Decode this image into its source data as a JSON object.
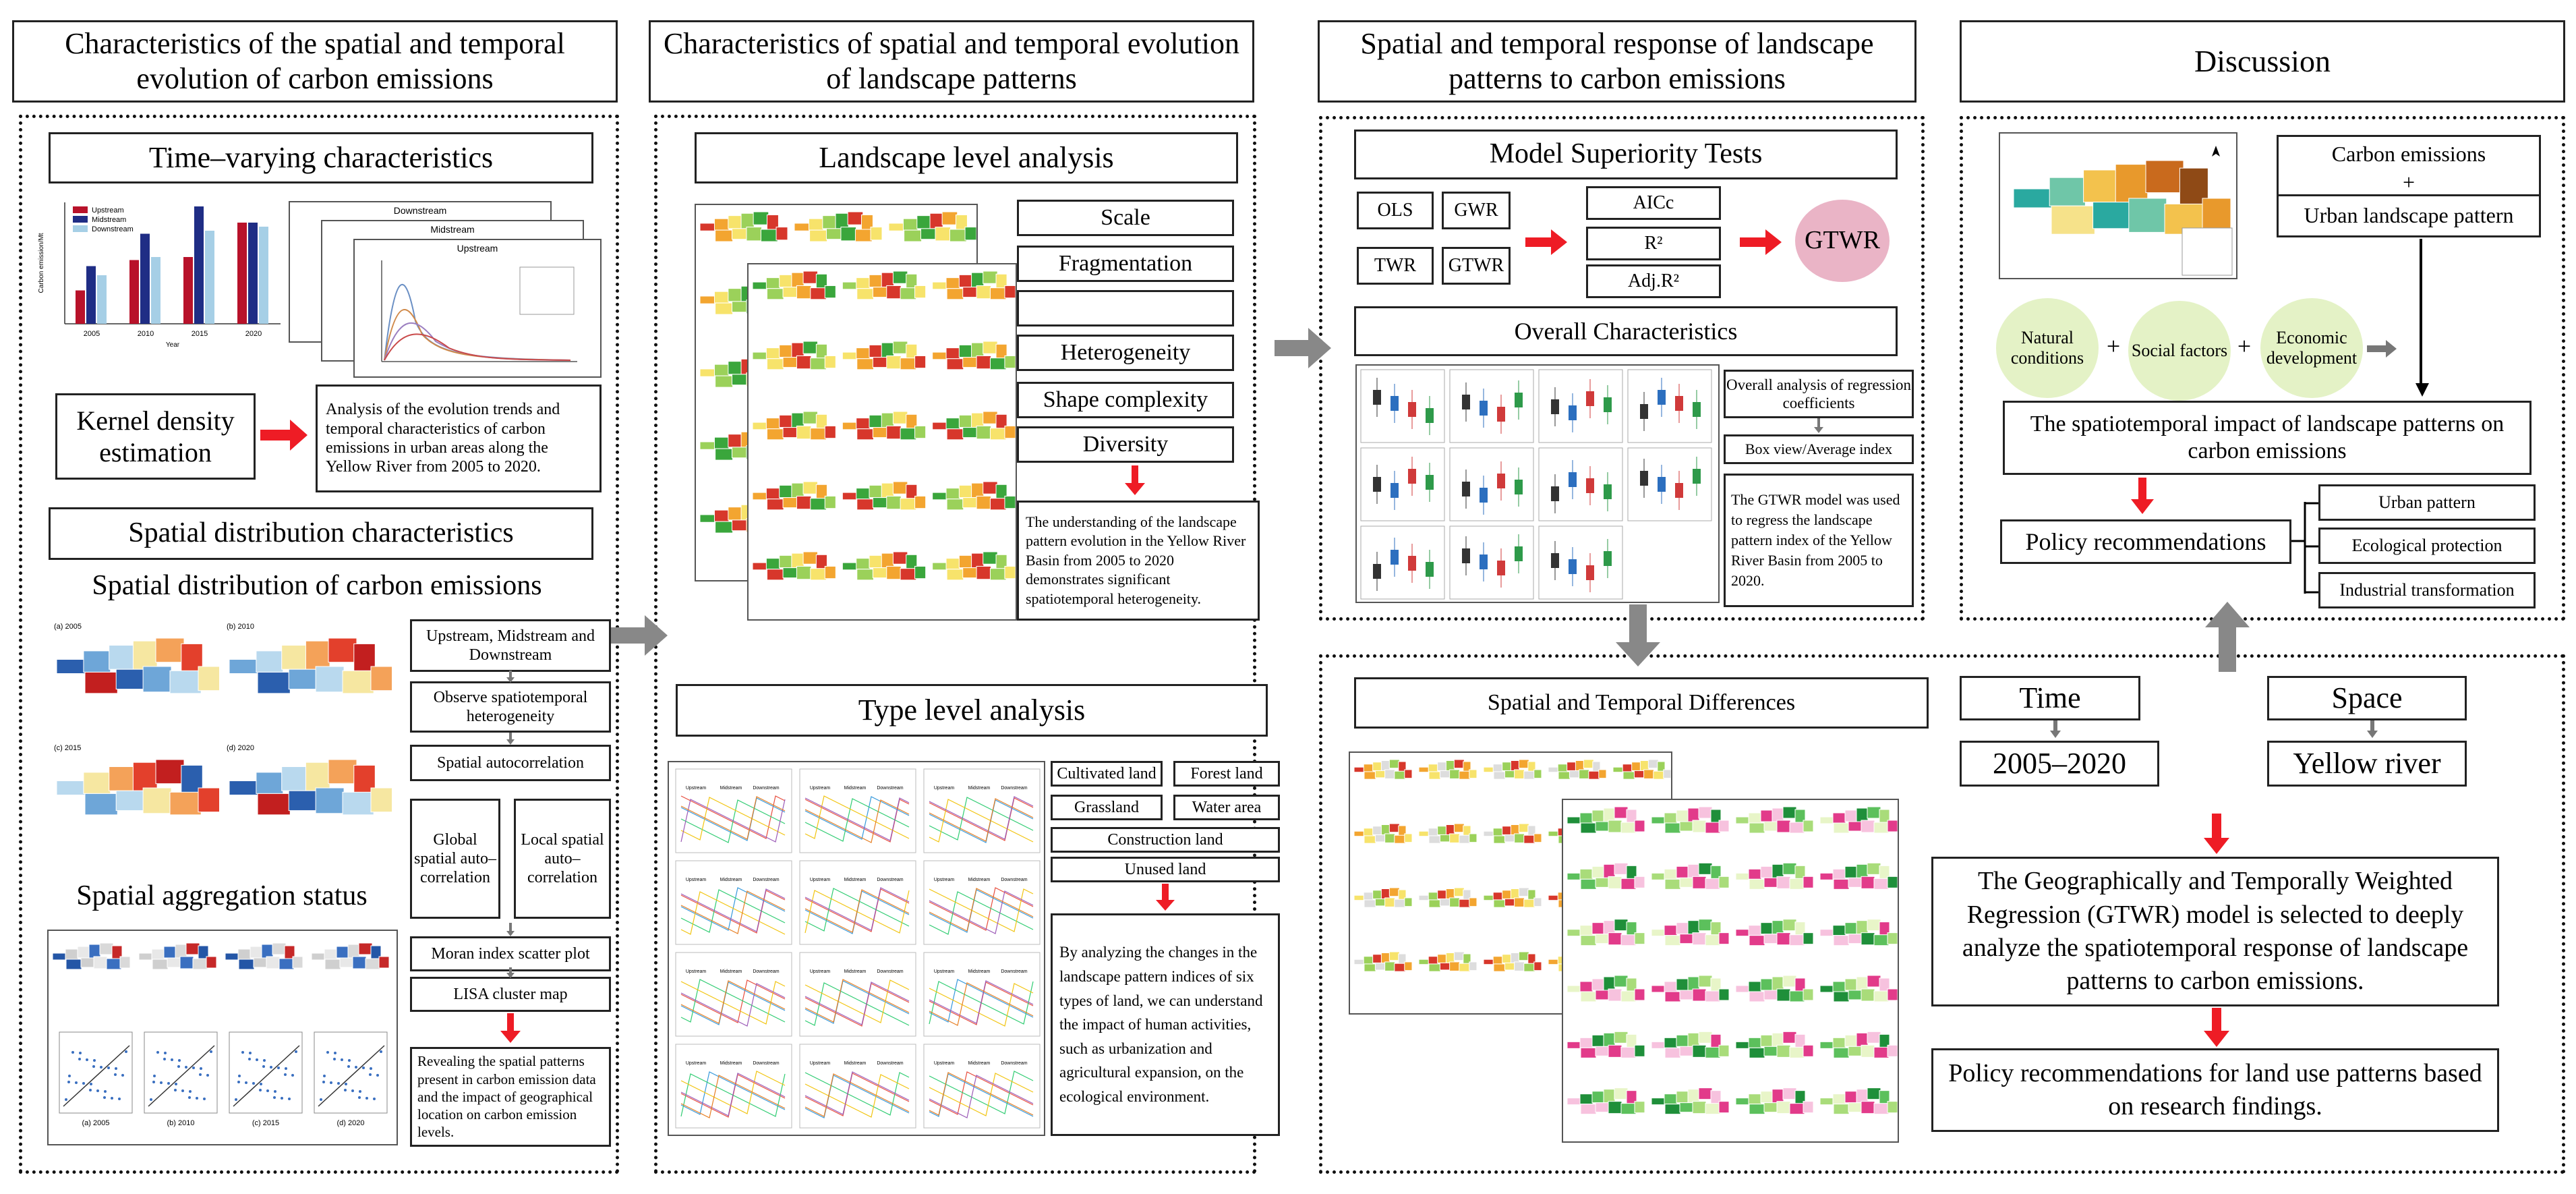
{
  "columns": {
    "c1": "Characteristics of the spatial and temporal evolution of carbon emissions",
    "c2": "Characteristics of spatial and temporal evolution of landscape patterns",
    "c3": "Spatial and temporal response of landscape patterns to carbon emissions",
    "c4": "Discussion"
  },
  "col1": {
    "time_title": "Time–varying characteristics",
    "kernel": "Kernel density estimation",
    "analysis": "Analysis of the evolution trends and temporal characteristics of carbon emissions in urban areas along the Yellow River from 2005 to 2020.",
    "spatial_title": "Spatial distribution characteristics",
    "spatial_sub": "Spatial distribution of carbon emissions",
    "aggregation": "Spatial aggregation status",
    "flow": [
      "Upstream, Midstream and Downstream",
      "Observe spatiotemporal heterogeneity",
      "Spatial autocorrelation"
    ],
    "global": "Global spatial auto– correlation",
    "local": "Local spatial auto– correlation",
    "moran": "Moran index scatter plot",
    "lisa": "LISA cluster map",
    "revealing": "Revealing the spatial patterns present in carbon emission data and the impact of geographical location on carbon emission levels.",
    "downstream_labels": [
      "Downstream",
      "Midstream",
      "Upstream"
    ],
    "chart_years": [
      "2005",
      "2010",
      "2015",
      "2020"
    ],
    "chart_legend": [
      "Upstream",
      "Midstream",
      "Downstream"
    ],
    "map_years": [
      "(a) 2005",
      "(b) 2010",
      "(c) 2015",
      "(d) 2020"
    ],
    "scatter_labels": [
      "(a) 2005",
      "(b) 2010",
      "(c) 2015",
      "(d) 2020"
    ]
  },
  "col2": {
    "landscape_title": "Landscape level analysis",
    "indices": [
      "Scale",
      "Fragmentation",
      "",
      "Heterogeneity",
      "Shape complexity",
      "Diversity"
    ],
    "landscape_text": "The understanding of the landscape pattern evolution in the Yellow River Basin from 2005 to 2020 demonstrates significant spatiotemporal heterogeneity.",
    "type_title": "Type level analysis",
    "land_types": [
      "Cultivated land",
      "Forest land",
      "Grassland",
      "Water area",
      "Construction land",
      "Unused land"
    ],
    "type_text": "By analyzing the changes in the landscape pattern indices of six types of land, we can understand the impact of human activities, such as urbanization and agricultural expansion, on the ecological environment.",
    "panel_labels": [
      "Upstream",
      "Midstream",
      "Downstream"
    ]
  },
  "col3": {
    "model_title": "Model Superiority Tests",
    "models": [
      "OLS",
      "GWR",
      "TWR",
      "GTWR"
    ],
    "criteria": [
      "AICc",
      "R²",
      "Adj.R²"
    ],
    "result": "GTWR",
    "overall_title": "Overall Characteristics",
    "overall_analysis": "Overall analysis of regression coefficients",
    "boxview": "Box view/Average index",
    "gtwr_text": "The GTWR model was used to regress the landscape pattern index of the Yellow River Basin from 2005 to 2020.",
    "differences_title": "Spatial and Temporal Differences"
  },
  "col4": {
    "carbon": "Carbon emissions",
    "plus": "+",
    "urban": "Urban landscape pattern",
    "factors": [
      "Natural conditions",
      "Social factors",
      "Economic development"
    ],
    "impact": "The spatiotemporal impact of landscape patterns on carbon emissions",
    "policy": "Policy recommendations",
    "policy_items": [
      "Urban pattern",
      "Ecological protection",
      "Industrial transformation"
    ],
    "time": "Time",
    "space": "Space",
    "years": "2005–2020",
    "river": "Yellow river",
    "gtwr_desc": "The Geographically and Temporally Weighted Regression (GTWR) model is selected to deeply analyze the spatiotemporal response of landscape patterns to carbon emissions.",
    "final": "Policy recommendations for land use patterns based on research findings."
  },
  "chart_data": {
    "type": "bar",
    "categories": [
      "2005",
      "2010",
      "2015",
      "2020"
    ],
    "series": [
      {
        "name": "Upstream",
        "values": [
          33,
          63,
          66,
          100
        ]
      },
      {
        "name": "Midstream",
        "values": [
          57,
          89,
          116,
          100
        ]
      },
      {
        "name": "Downstream",
        "values": [
          48,
          66,
          92,
          96
        ]
      }
    ],
    "ylabel": "Carbon emission/Mt",
    "xlabel": "Year",
    "colors": [
      "#b8122a",
      "#1f2d85",
      "#a6cfe6"
    ]
  }
}
